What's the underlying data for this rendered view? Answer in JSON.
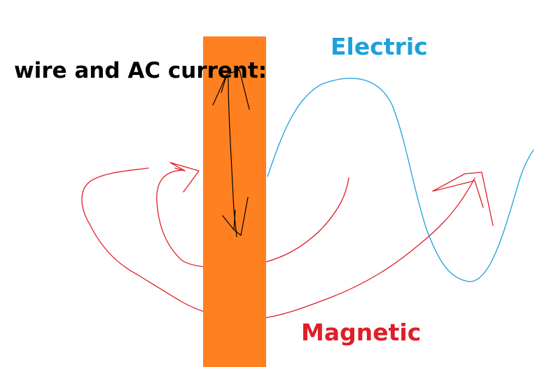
{
  "title": "wire and AC current:",
  "electric_label": "Electric",
  "magnetic_label": "Magnetic",
  "colors": {
    "wire": "#ff8020",
    "electric": "#1ea0dc",
    "magnetic": "#e01e28",
    "current_arrow": "#000000"
  }
}
